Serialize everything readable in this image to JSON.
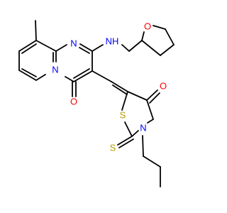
{
  "molecule": {
    "atoms": {
      "n1": "N",
      "n4": "N",
      "nh": "NH",
      "o_carbonyl": "O",
      "o_thf": "O",
      "s_ring": "S",
      "s_thione": "S",
      "n_thiazolidine": "N",
      "o_thiazolidinone": "O"
    },
    "colors": {
      "bond": "#000000",
      "N": "#0000ff",
      "O": "#ff0000",
      "S": "#b59a00"
    }
  }
}
